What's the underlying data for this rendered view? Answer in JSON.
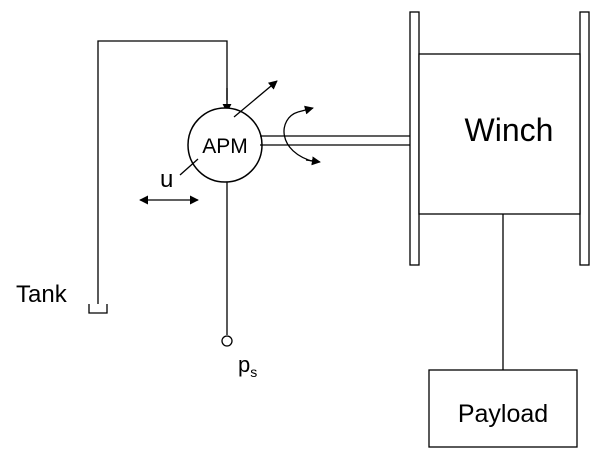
{
  "labels": {
    "motor": "APM",
    "winch": "Winch",
    "tank": "Tank",
    "control": "u",
    "supply_base": "p",
    "supply_sub": "s",
    "payload": "Payload"
  }
}
